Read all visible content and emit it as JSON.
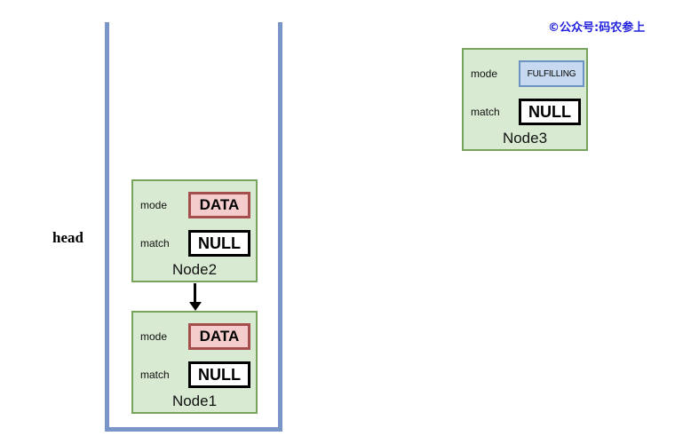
{
  "watermark": {
    "text": "©公众号:码农参上",
    "color": "#2222dd"
  },
  "colors": {
    "queue_border": "#7a95c7",
    "node_fill": "#d9ead3",
    "node_border": "#77a45c",
    "data_fill": "#f4cccc",
    "data_border": "#a64d4d",
    "null_fill": "#ffffff",
    "null_border": "#000000",
    "fulfilling_fill": "#c6d9f0",
    "fulfilling_border": "#6d92c4",
    "arrow": "#000000"
  },
  "queue": {
    "head_label": "head"
  },
  "field_labels": {
    "mode": "mode",
    "match": "match"
  },
  "nodes": [
    {
      "id": "node2",
      "name": "Node2",
      "mode": "DATA",
      "match": "NULL"
    },
    {
      "id": "node1",
      "name": "Node1",
      "mode": "DATA",
      "match": "NULL"
    },
    {
      "id": "node3",
      "name": "Node3",
      "mode": "FULFILLING",
      "match": "NULL"
    }
  ],
  "arrow": {
    "from": "Node2",
    "to": "Node1",
    "direction": "down"
  }
}
